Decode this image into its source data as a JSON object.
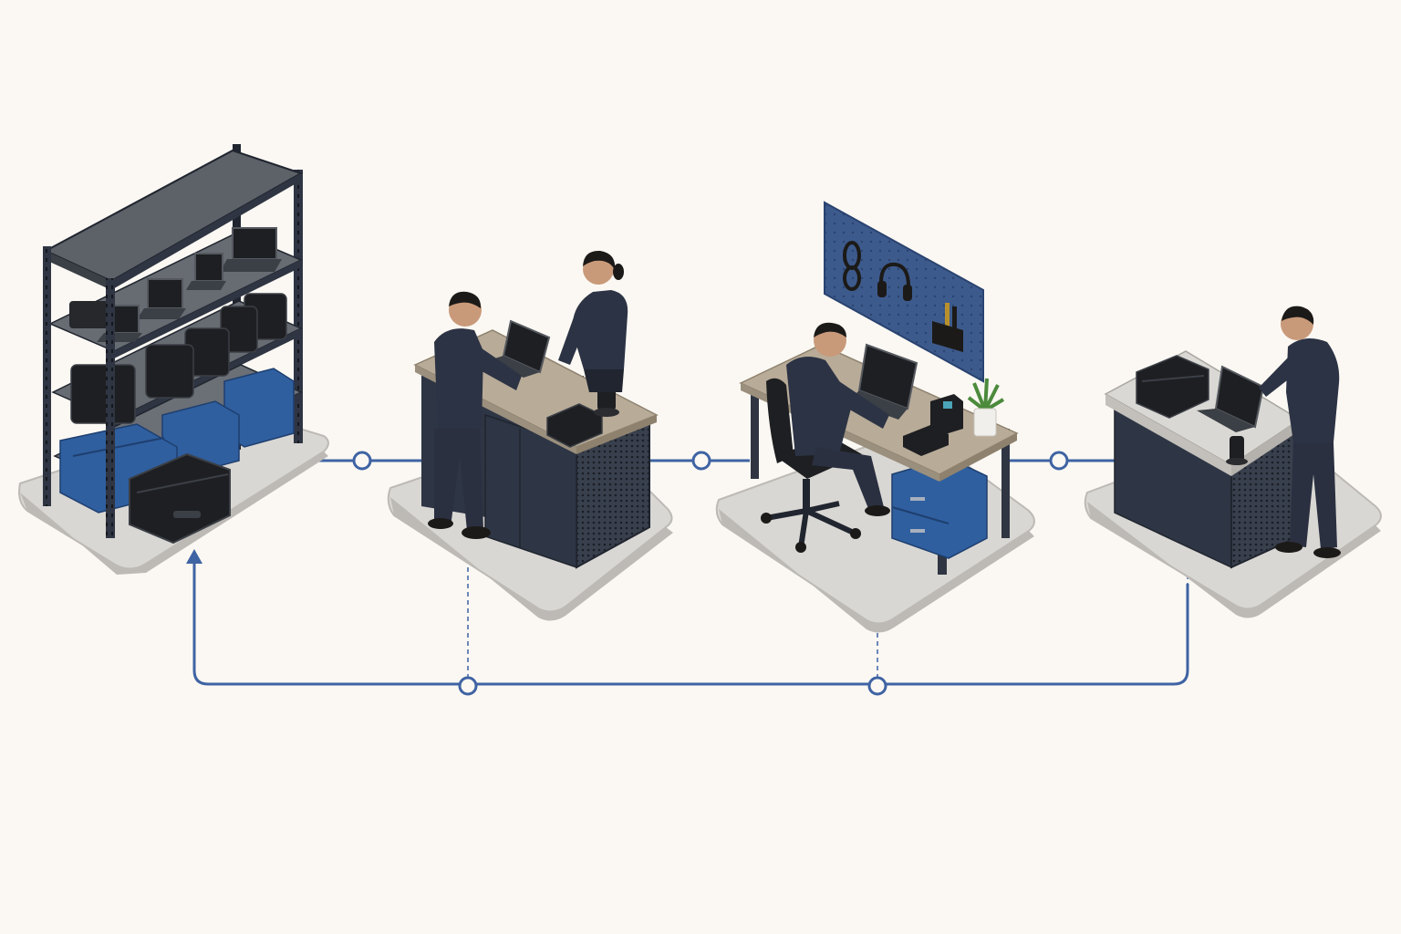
{
  "colors": {
    "background": "#fbf8f3",
    "flow_line": "#3f63a3",
    "platform": "#d9d7d3",
    "platform_edge": "#bdbab5",
    "steel": "#2f3542",
    "steel_dark": "#20252f",
    "shelf": "#5d6168",
    "desk_top": "#b8ab98",
    "cabinet": "#2e3645",
    "bin_blue": "#2f5f9f",
    "case_black": "#1e1f22",
    "uniform": "#2c3344",
    "skin": "#c99a7a",
    "hair": "#1c1a18",
    "pegboard": "#3d5a8c",
    "plant": "#4c8a3c"
  },
  "stations": [
    {
      "id": "storage",
      "description_icon": "storage-rack-icon"
    },
    {
      "id": "check-in",
      "description_icon": "handover-desk-icon"
    },
    {
      "id": "service",
      "description_icon": "workstation-icon"
    },
    {
      "id": "dispatch",
      "description_icon": "dispatch-bench-icon"
    }
  ]
}
